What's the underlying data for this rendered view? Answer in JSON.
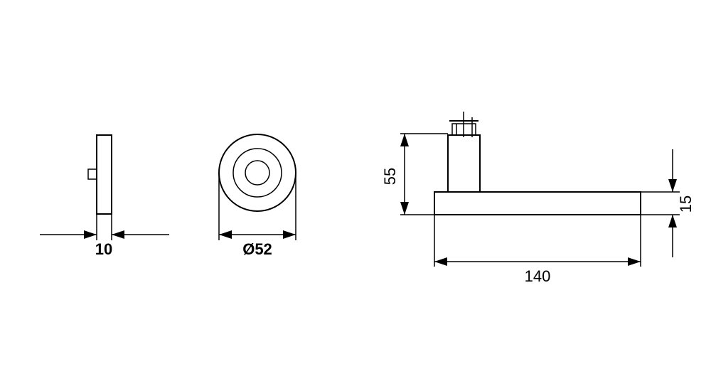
{
  "dimensions": {
    "rose_thickness": "10",
    "rose_diameter": "Ø52",
    "handle_height": "55",
    "lever_thickness": "15",
    "lever_length": "140"
  },
  "colors": {
    "line": "#000000",
    "background": "#ffffff"
  }
}
